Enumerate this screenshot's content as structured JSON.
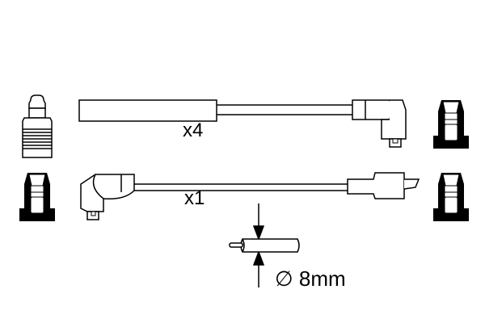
{
  "diagram": {
    "cable_set_a": {
      "quantity_label": "x4"
    },
    "cable_set_b": {
      "quantity_label": "x1"
    },
    "dimension": {
      "diameter_label": "∅ 8mm"
    },
    "colors": {
      "stroke": "#000000",
      "background": "#ffffff"
    }
  }
}
